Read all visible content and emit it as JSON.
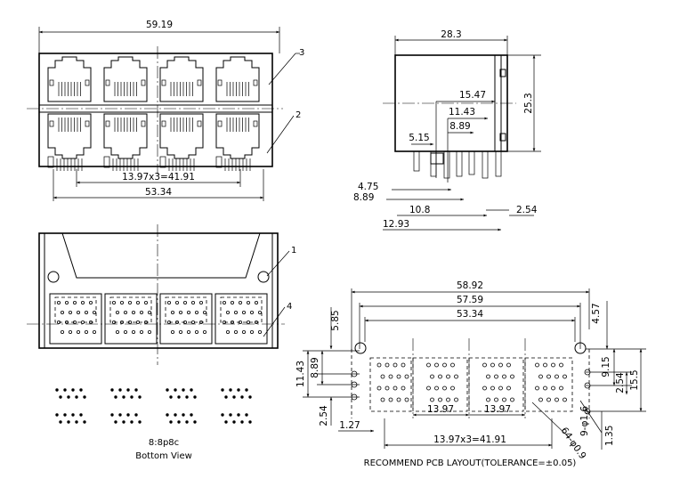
{
  "front_view": {
    "overall_width": "59.19",
    "port_pitch": "13.97x3=41.91",
    "pin_span": "53.34",
    "callout_top": "3",
    "callout_bottom": "2"
  },
  "side_view": {
    "depth": "28.3",
    "height": "25.3",
    "dim_a": "15.47",
    "dim_b": "11.43",
    "dim_c": "8.89",
    "dim_d": "5.15",
    "dim_e": "4.75",
    "dim_f": "8.89",
    "dim_g": "10.8",
    "dim_h": "2.54",
    "dim_i": "12.93"
  },
  "bottom_view": {
    "callout_1": "1",
    "callout_4": "4",
    "label_config": "8:8p8c",
    "label_view": "Bottom View"
  },
  "pcb_layout": {
    "w1": "58.92",
    "w2": "57.59",
    "w3": "53.34",
    "h_left_1": "5.85",
    "h_left_2": "11.43",
    "h_left_3": "8.89",
    "h_left_4": "2.54",
    "h_right_1": "4.57",
    "h_right_2": "9.15",
    "h_right_3": "2.54",
    "h_right_4": "15.5",
    "bottom_1": "1.27",
    "bottom_2": "13.97",
    "bottom_3": "13.97",
    "bottom_pitch": "13.97x3=41.91",
    "hole_a": "64-φ0.9",
    "hole_b": "9-φ1.6",
    "offset": "1.35",
    "caption": "RECOMMEND  PCB  LAYOUT(TOLERANCE=±0.05)"
  }
}
